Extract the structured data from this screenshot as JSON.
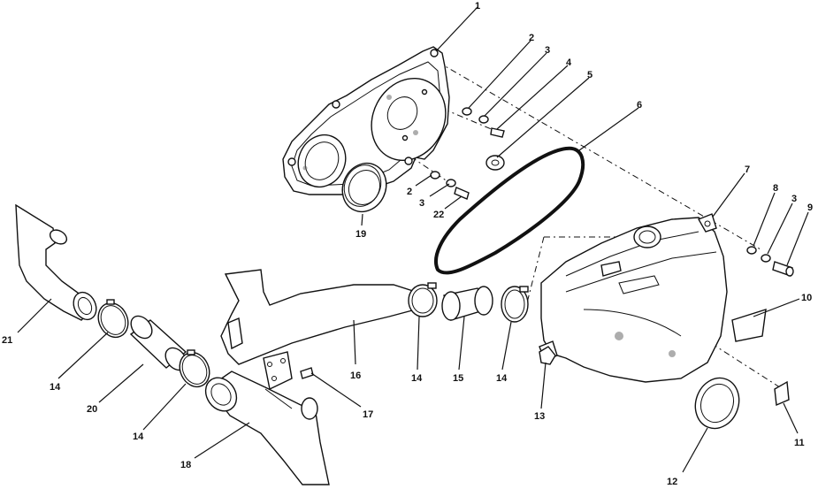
{
  "callouts": {
    "c1": "1",
    "c2a": "2",
    "c3a": "3",
    "c4": "4",
    "c5": "5",
    "c6": "6",
    "c2b": "2",
    "c3b": "3",
    "c22": "22",
    "c19": "19",
    "c7": "7",
    "c8": "8",
    "c3c": "3",
    "c9": "9",
    "c10": "10",
    "c11": "11",
    "c12": "12",
    "c13": "13",
    "c21": "21",
    "c14a": "14",
    "c20": "20",
    "c14b": "14",
    "c18": "18",
    "c16": "16",
    "c14c": "14",
    "c15": "15",
    "c14d": "14",
    "c17": "17"
  },
  "colors": {
    "ink": "#111111",
    "paper": "#ffffff",
    "shade": "#6a6a6a"
  }
}
